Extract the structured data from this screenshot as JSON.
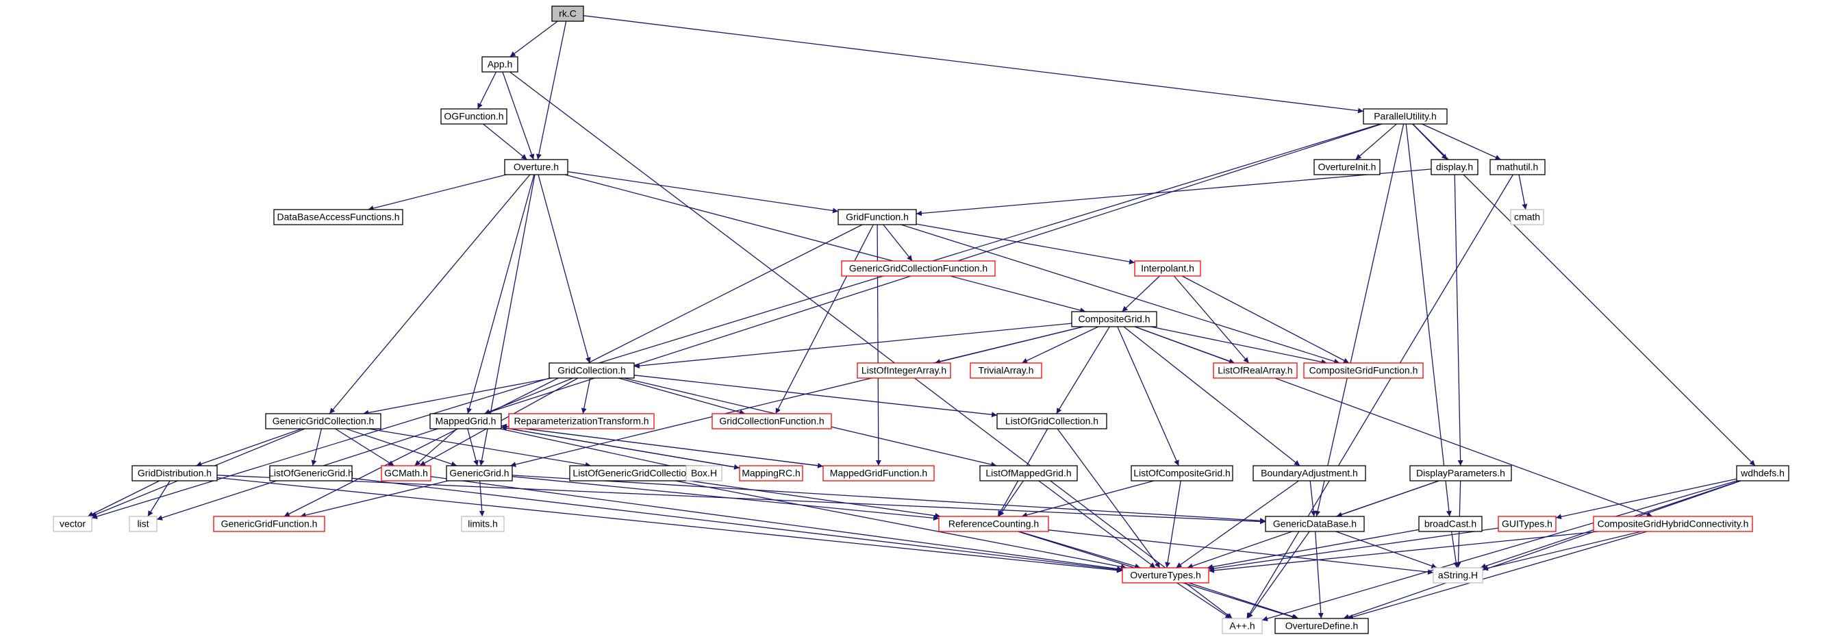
{
  "colors": {
    "edge": "#191970",
    "arrow": "#191970",
    "border_default": "#000000",
    "border_undocumented": "#ff0000",
    "border_external": "#bfbfbf",
    "fill_default": "#ffffff",
    "fill_root": "#bfbfbf"
  },
  "nodes": [
    {
      "id": "rk",
      "label": "rk.C",
      "style": "root"
    },
    {
      "id": "app",
      "label": "App.h",
      "style": "normal"
    },
    {
      "id": "ogfunc",
      "label": "OGFunction.h",
      "style": "normal"
    },
    {
      "id": "overture",
      "label": "Overture.h",
      "style": "normal"
    },
    {
      "id": "parutil",
      "label": "ParallelUtility.h",
      "style": "normal"
    },
    {
      "id": "ovinit",
      "label": "OvertureInit.h",
      "style": "normal"
    },
    {
      "id": "display",
      "label": "display.h",
      "style": "normal"
    },
    {
      "id": "mathutil",
      "label": "mathutil.h",
      "style": "normal"
    },
    {
      "id": "cmath",
      "label": "cmath",
      "style": "external"
    },
    {
      "id": "dbaccess",
      "label": "DataBaseAccessFunctions.h",
      "style": "normal"
    },
    {
      "id": "gridfunc",
      "label": "GridFunction.h",
      "style": "normal"
    },
    {
      "id": "ggcf",
      "label": "GenericGridCollectionFunction.h",
      "style": "red"
    },
    {
      "id": "interp",
      "label": "Interpolant.h",
      "style": "red"
    },
    {
      "id": "compgrid",
      "label": "CompositeGrid.h",
      "style": "normal"
    },
    {
      "id": "gridcoll",
      "label": "GridCollection.h",
      "style": "normal"
    },
    {
      "id": "loia",
      "label": "ListOfIntegerArray.h",
      "style": "red"
    },
    {
      "id": "trivarr",
      "label": "TrivialArray.h",
      "style": "red"
    },
    {
      "id": "lora",
      "label": "ListOfRealArray.h",
      "style": "red"
    },
    {
      "id": "cgf",
      "label": "CompositeGridFunction.h",
      "style": "red"
    },
    {
      "id": "ggc",
      "label": "GenericGridCollection.h",
      "style": "normal"
    },
    {
      "id": "mappedgrid",
      "label": "MappedGrid.h",
      "style": "normal"
    },
    {
      "id": "reparam",
      "label": "ReparameterizationTransform.h",
      "style": "red"
    },
    {
      "id": "gcf",
      "label": "GridCollectionFunction.h",
      "style": "red"
    },
    {
      "id": "logc",
      "label": "ListOfGridCollection.h",
      "style": "normal"
    },
    {
      "id": "griddist",
      "label": "GridDistribution.h",
      "style": "normal"
    },
    {
      "id": "logg",
      "label": "ListOfGenericGrid.h",
      "style": "normal"
    },
    {
      "id": "gcmath",
      "label": "GCMath.h",
      "style": "red"
    },
    {
      "id": "genericgrid",
      "label": "GenericGrid.h",
      "style": "normal"
    },
    {
      "id": "loggc",
      "label": "ListOfGenericGridCollection.h",
      "style": "normal"
    },
    {
      "id": "boxh",
      "label": "Box.H",
      "style": "external"
    },
    {
      "id": "mappingrc",
      "label": "MappingRC.h",
      "style": "red"
    },
    {
      "id": "mgf",
      "label": "MappedGridFunction.h",
      "style": "red"
    },
    {
      "id": "lomg",
      "label": "ListOfMappedGrid.h",
      "style": "normal"
    },
    {
      "id": "locg",
      "label": "ListOfCompositeGrid.h",
      "style": "normal"
    },
    {
      "id": "boundadj",
      "label": "BoundaryAdjustment.h",
      "style": "normal"
    },
    {
      "id": "dispparams",
      "label": "DisplayParameters.h",
      "style": "normal"
    },
    {
      "id": "wdhdefs",
      "label": "wdhdefs.h",
      "style": "normal"
    },
    {
      "id": "vector",
      "label": "vector",
      "style": "external"
    },
    {
      "id": "list",
      "label": "list",
      "style": "external"
    },
    {
      "id": "ggf",
      "label": "GenericGridFunction.h",
      "style": "red"
    },
    {
      "id": "limits",
      "label": "limits.h",
      "style": "external"
    },
    {
      "id": "refcount",
      "label": "ReferenceCounting.h",
      "style": "red"
    },
    {
      "id": "gdb",
      "label": "GenericDataBase.h",
      "style": "normal"
    },
    {
      "id": "broadcast",
      "label": "broadCast.h",
      "style": "normal"
    },
    {
      "id": "guitypes",
      "label": "GUITypes.h",
      "style": "red"
    },
    {
      "id": "cghc",
      "label": "CompositeGridHybridConnectivity.h",
      "style": "red"
    },
    {
      "id": "ovtypes",
      "label": "OvertureTypes.h",
      "style": "red"
    },
    {
      "id": "astring",
      "label": "aString.H",
      "style": "external"
    },
    {
      "id": "appp",
      "label": "A++.h",
      "style": "external"
    },
    {
      "id": "ovdefine",
      "label": "OvertureDefine.h",
      "style": "normal"
    }
  ],
  "edges": [
    [
      "rk",
      "app"
    ],
    [
      "rk",
      "overture"
    ],
    [
      "rk",
      "parutil"
    ],
    [
      "app",
      "ogfunc"
    ],
    [
      "app",
      "overture"
    ],
    [
      "app",
      "appp"
    ],
    [
      "ogfunc",
      "overture"
    ],
    [
      "overture",
      "dbaccess"
    ],
    [
      "overture",
      "gridfunc"
    ],
    [
      "overture",
      "compgrid"
    ],
    [
      "overture",
      "gridcoll"
    ],
    [
      "overture",
      "ggc"
    ],
    [
      "overture",
      "mappedgrid"
    ],
    [
      "overture",
      "genericgrid"
    ],
    [
      "parutil",
      "ovinit"
    ],
    [
      "parutil",
      "display"
    ],
    [
      "parutil",
      "mathutil"
    ],
    [
      "parutil",
      "wdhdefs"
    ],
    [
      "parutil",
      "vector"
    ],
    [
      "parutil",
      "list"
    ],
    [
      "parutil",
      "gdb"
    ],
    [
      "parutil",
      "broadcast"
    ],
    [
      "display",
      "gridfunc"
    ],
    [
      "display",
      "dispparams"
    ],
    [
      "mathutil",
      "cmath"
    ],
    [
      "mathutil",
      "appp"
    ],
    [
      "gridfunc",
      "ggcf"
    ],
    [
      "gridfunc",
      "interp"
    ],
    [
      "gridfunc",
      "cgf"
    ],
    [
      "gridfunc",
      "gcf"
    ],
    [
      "gridfunc",
      "mgf"
    ],
    [
      "gridfunc",
      "ggf"
    ],
    [
      "interp",
      "compgrid"
    ],
    [
      "interp",
      "lora"
    ],
    [
      "interp",
      "cgf"
    ],
    [
      "compgrid",
      "gridcoll"
    ],
    [
      "compgrid",
      "loia"
    ],
    [
      "compgrid",
      "trivarr"
    ],
    [
      "compgrid",
      "lora"
    ],
    [
      "compgrid",
      "cgf"
    ],
    [
      "compgrid",
      "logc"
    ],
    [
      "compgrid",
      "locg"
    ],
    [
      "compgrid",
      "boundadj"
    ],
    [
      "compgrid",
      "cghc"
    ],
    [
      "compgrid",
      "genericgrid"
    ],
    [
      "gridcoll",
      "ggc"
    ],
    [
      "gridcoll",
      "mappedgrid"
    ],
    [
      "gridcoll",
      "reparam"
    ],
    [
      "gridcoll",
      "gcf"
    ],
    [
      "gridcoll",
      "logc"
    ],
    [
      "gridcoll",
      "lomg"
    ],
    [
      "gridcoll",
      "gcmath"
    ],
    [
      "ggc",
      "griddist"
    ],
    [
      "ggc",
      "logg"
    ],
    [
      "ggc",
      "gcmath"
    ],
    [
      "ggc",
      "genericgrid"
    ],
    [
      "ggc",
      "loggc"
    ],
    [
      "ggc",
      "vector"
    ],
    [
      "mappedgrid",
      "genericgrid"
    ],
    [
      "mappedgrid",
      "gcmath"
    ],
    [
      "mappedgrid",
      "boxh"
    ],
    [
      "mappedgrid",
      "mappingrc"
    ],
    [
      "mappedgrid",
      "mgf"
    ],
    [
      "mgf",
      "mappedgrid"
    ],
    [
      "mappingrc",
      "mappedgrid"
    ],
    [
      "griddist",
      "vector"
    ],
    [
      "griddist",
      "list"
    ],
    [
      "griddist",
      "ovtypes"
    ],
    [
      "griddist",
      "gdb"
    ],
    [
      "logg",
      "ovtypes"
    ],
    [
      "genericgrid",
      "ggf"
    ],
    [
      "genericgrid",
      "limits"
    ],
    [
      "genericgrid",
      "refcount"
    ],
    [
      "genericgrid",
      "gdb"
    ],
    [
      "gcmath",
      "ovtypes"
    ],
    [
      "loggc",
      "refcount"
    ],
    [
      "loggc",
      "ovtypes"
    ],
    [
      "logc",
      "refcount"
    ],
    [
      "logc",
      "ovtypes"
    ],
    [
      "lomg",
      "refcount"
    ],
    [
      "lomg",
      "ovtypes"
    ],
    [
      "locg",
      "refcount"
    ],
    [
      "locg",
      "ovtypes"
    ],
    [
      "boundadj",
      "gdb"
    ],
    [
      "boundadj",
      "ovtypes"
    ],
    [
      "dispparams",
      "gdb"
    ],
    [
      "dispparams",
      "astring"
    ],
    [
      "dispparams",
      "ovtypes"
    ],
    [
      "wdhdefs",
      "guitypes"
    ],
    [
      "wdhdefs",
      "astring"
    ],
    [
      "wdhdefs",
      "appp"
    ],
    [
      "wdhdefs",
      "ovdefine"
    ],
    [
      "refcount",
      "ovtypes"
    ],
    [
      "refcount",
      "astring"
    ],
    [
      "refcount",
      "ovdefine"
    ],
    [
      "gdb",
      "astring"
    ],
    [
      "gdb",
      "appp"
    ],
    [
      "gdb",
      "ovdefine"
    ],
    [
      "broadcast",
      "ovtypes"
    ],
    [
      "broadcast",
      "astring"
    ],
    [
      "guitypes",
      "ovtypes"
    ],
    [
      "cghc",
      "ovtypes"
    ],
    [
      "cghc",
      "astring"
    ],
    [
      "cghc",
      "ovdefine"
    ],
    [
      "ovtypes",
      "appp"
    ],
    [
      "ovtypes",
      "ovdefine"
    ]
  ]
}
